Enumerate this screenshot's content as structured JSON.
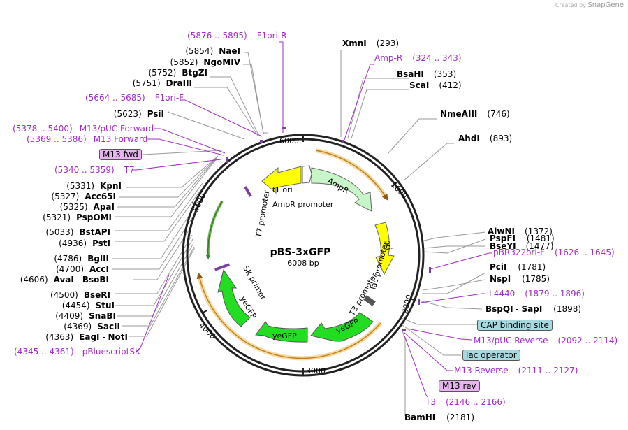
{
  "credit": {
    "prefix": "Created by",
    "brand": "SnapGene"
  },
  "plasmid": {
    "name": "pBS-3xGFP",
    "size": "6008 bp"
  },
  "ticks": [
    "1000",
    "2000",
    "3000",
    "4000",
    "5000",
    "6000"
  ],
  "sites_right": [
    {
      "name": "XmnI",
      "pos": "(293)"
    },
    {
      "name": "BsaHI",
      "pos": "(353)"
    },
    {
      "name": "ScaI",
      "pos": "(412)"
    },
    {
      "name": "NmeAIII",
      "pos": "(746)"
    },
    {
      "name": "AhdI",
      "pos": "(893)"
    },
    {
      "name": "AlwNI",
      "pos": "(1372)"
    },
    {
      "name": "BseYI",
      "pos": "(1477)"
    },
    {
      "name": "PspFI",
      "pos": "(1481)"
    },
    {
      "name": "PciI",
      "pos": "(1781)"
    },
    {
      "name": "NspI",
      "pos": "(1785)"
    },
    {
      "name": "BspQI",
      "name2": "SapI",
      "pos": "(1898)"
    },
    {
      "name": "BamHI",
      "pos": "(2181)"
    }
  ],
  "sites_left": [
    {
      "name": "NaeI",
      "pos": "(5854)"
    },
    {
      "name": "NgoMIV",
      "pos": "(5852)"
    },
    {
      "name": "BtgZI",
      "pos": "(5752)"
    },
    {
      "name": "DraIII",
      "pos": "(5751)"
    },
    {
      "name": "PsiI",
      "pos": "(5623)"
    },
    {
      "name": "KpnI",
      "pos": "(5331)"
    },
    {
      "name": "Acc65I",
      "pos": "(5327)"
    },
    {
      "name": "ApaI",
      "pos": "(5325)"
    },
    {
      "name": "PspOMI",
      "pos": "(5321)"
    },
    {
      "name": "BstAPI",
      "pos": "(5033)"
    },
    {
      "name": "PstI",
      "pos": "(4936)"
    },
    {
      "name": "BglII",
      "pos": "(4786)"
    },
    {
      "name": "AccI",
      "pos": "(4700)"
    },
    {
      "name": "AvaI",
      "name2": "BsoBI",
      "pos": "(4606)"
    },
    {
      "name": "BseRI",
      "pos": "(4500)"
    },
    {
      "name": "StuI",
      "pos": "(4454)"
    },
    {
      "name": "SnaBI",
      "pos": "(4409)"
    },
    {
      "name": "SacII",
      "pos": "(4369)"
    },
    {
      "name": "EagI",
      "name2": "NotI",
      "pos": "(4363)"
    }
  ],
  "primers": [
    {
      "range": "(5876 .. 5895)",
      "name": "F1ori-R"
    },
    {
      "name": "Amp-R",
      "range": "(324 .. 343)"
    },
    {
      "range": "(5664 .. 5685)",
      "name": "F1ori-F"
    },
    {
      "range": "(5378 .. 5400)",
      "name": "M13/pUC Forward"
    },
    {
      "range": "(5369 .. 5386)",
      "name": "M13 Forward"
    },
    {
      "range": "(5340 .. 5359)",
      "name": "T7"
    },
    {
      "name": "pBR322ori-F",
      "range": "(1626 .. 1645)"
    },
    {
      "name": "L4440",
      "range": "(1879 .. 1896)"
    },
    {
      "name": "M13/pUC Reverse",
      "range": "(2092 .. 2114)"
    },
    {
      "name": "M13 Reverse",
      "range": "(2111 .. 2127)"
    },
    {
      "name": "T3",
      "range": "(2146 .. 2166)"
    },
    {
      "range": "(4345 .. 4361)",
      "name": "pBluescriptSK"
    }
  ],
  "boxes": [
    {
      "label": "M13 fwd",
      "color": "#e8b4f0"
    },
    {
      "label": "CAP binding site",
      "color": "#a6d8e0"
    },
    {
      "label": "lac operator",
      "color": "#a6d8e0"
    },
    {
      "label": "M13 rev",
      "color": "#e8b4f0"
    }
  ],
  "features": {
    "f1_ori": "f1 ori",
    "ampr": "AmpR",
    "ampr_promoter": "AmpR promoter",
    "ori": "ori",
    "lac_promoter": "lac promoter",
    "t3_promoter": "T3 promoter",
    "t7_promoter": "T7 promoter",
    "sk_primer": "SK primer",
    "yegfp": "yeGFP"
  },
  "colors": {
    "primer": "#a12dc6",
    "yellow": "#ffff00",
    "green": "#22dd22",
    "light_green": "#c8f5c8",
    "orange_arc": "#e8a830",
    "site_line": "#888888"
  }
}
